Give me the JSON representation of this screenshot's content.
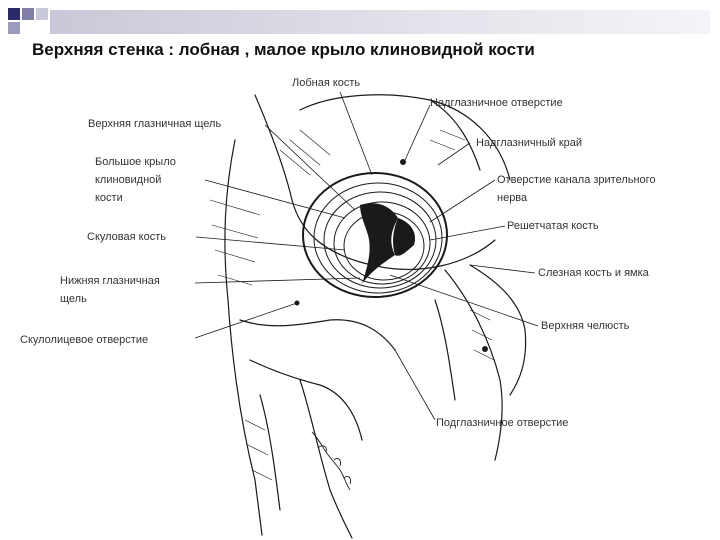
{
  "slide": {
    "title": "Верхняя стенка : лобная , малое крыло клиновидной кости"
  },
  "diagram": {
    "labels": {
      "frontal_bone": "Лобная кость",
      "supraorbital_foramen": "Надглазничное отверстие",
      "supraorbital_margin": "Надглазничный край",
      "superior_orbital_fissure": "Верхняя глазничная щель",
      "greater_wing_1": "Большое крыло",
      "greater_wing_2": "клиновидной",
      "greater_wing_3": "кости",
      "optic_canal_1": "Отверстие канала зрительного",
      "optic_canal_2": "нерва",
      "ethmoid_bone": "Решетчатая кость",
      "zygomatic_bone": "Скуловая кость",
      "lacrimal_bone": "Слезная кость и ямка",
      "inferior_orbital_fissure_1": "Нижняя глазничная",
      "inferior_orbital_fissure_2": "щель",
      "maxilla": "Верхняя челюсть",
      "zygomaticofacial_foramen": "Скулолицевое отверстие",
      "infraorbital_foramen": "Подглазничное отверстие"
    }
  },
  "colors": {
    "ink": "#1a1a1a",
    "label": "#333333",
    "accent": "#2b2b6b"
  }
}
